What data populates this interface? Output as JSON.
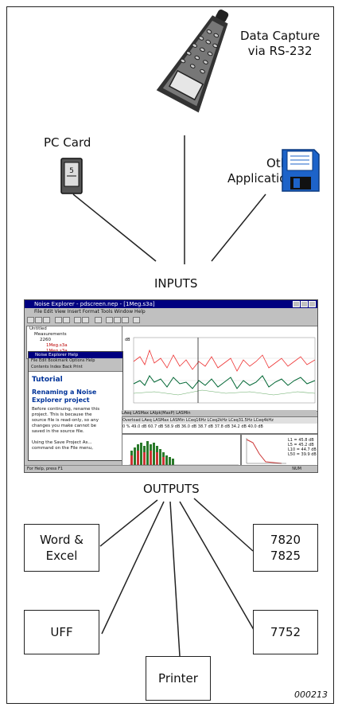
{
  "inputs": {
    "data_capture": [
      "Data Capture",
      "via RS-232"
    ],
    "pc_card": "PC Card",
    "other_apps": [
      "Other",
      "Applications"
    ],
    "label": "INPUTS"
  },
  "screenshot": {
    "title": "Noise Explorer - pdscreen.nep - [1Meg.s3a]",
    "menu": "File  Edit  View  Insert  Format  Tools  Window  Help",
    "tree": [
      "Untitled",
      "Measurements",
      "2260",
      "1Meg.s3a",
      "1Meg.s3a"
    ],
    "help_title": "Noise Explorer Help",
    "help_menu": "File  Edit  Bookmark  Options  Help",
    "help_buttons": "Contents  Index  Back  Print",
    "tutorial": "Tutorial",
    "help_heading": [
      "Renaming a Noise",
      "Explorer project"
    ],
    "help_text": [
      "Before continuing, rename this",
      "project. This is because the",
      "source file is read-only, so any",
      "changes you make cannot be",
      "saved in the source file.",
      "",
      "Using the Save Project As...",
      "command on the File menu,"
    ],
    "legend": "LAeq    LASMax    LAIpk(MaxP)    LASMin",
    "table_header": "Overload  LAeq  LASMax  LASMin  LCeq16Hz  LCeq2kHz  LCeq31.5Hz  LCeq4kHz",
    "table_row": "0 %   49.0 dB  60.7 dB  58.9 dB  36.0 dB  38.7 dB  37.8 dB  34.2 dB  40.0 dB",
    "stats": [
      "L1 = 45.8 dB",
      "L5 = 45.2 dB",
      "L10 = 44.7 dB",
      "L50 = 39.9 dB"
    ],
    "status": "For Help, press F1",
    "status_right": "NUM"
  },
  "outputs": {
    "label": "OUTPUTS",
    "word_excel": [
      "Word &",
      "Excel"
    ],
    "models_a": [
      "7820",
      "7825"
    ],
    "uff": "UFF",
    "model_b": "7752",
    "printer": "Printer"
  },
  "figure_code": "000213"
}
